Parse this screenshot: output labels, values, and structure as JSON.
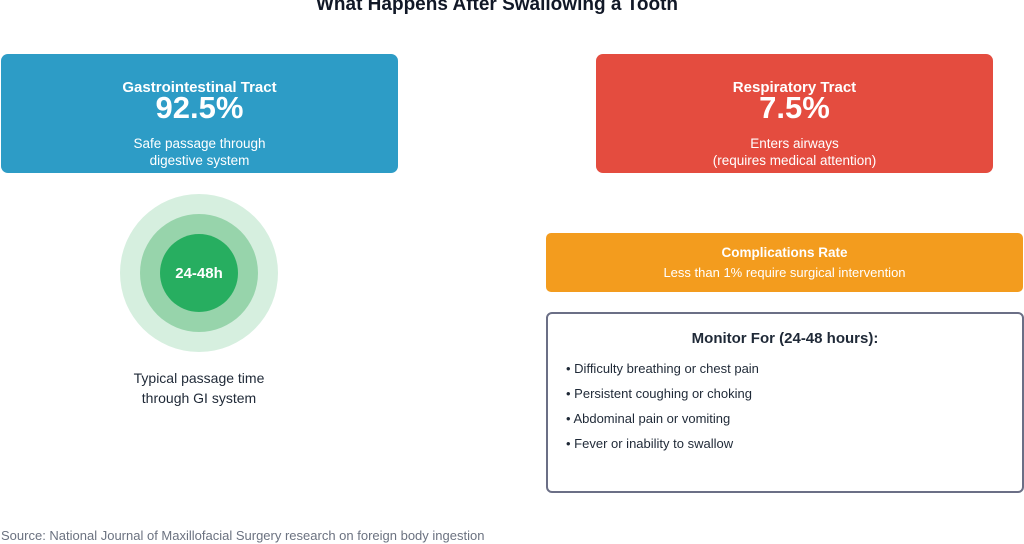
{
  "title": "What Happens After Swallowing a Tooth",
  "gi": {
    "heading": "Gastrointestinal Tract",
    "percent": "92.5%",
    "desc_line1": "Safe passage through",
    "desc_line2": "digestive system",
    "color": "#2d9cc6"
  },
  "respiratory": {
    "heading": "Respiratory Tract",
    "percent": "7.5%",
    "desc_line1": "Enters airways",
    "desc_line2": "(requires medical attention)",
    "color": "#e44c3f"
  },
  "timeline": {
    "center_label": "24-48h",
    "caption_line1": "Typical passage time",
    "caption_line2": "through GI system",
    "colors": [
      "#d6efdf",
      "#97d4ab",
      "#27ae60"
    ]
  },
  "complications": {
    "heading": "Complications Rate",
    "desc": "Less than 1% require surgical intervention",
    "color": "#f39c1e"
  },
  "monitor": {
    "heading": "Monitor For (24-48 hours):",
    "items": [
      "• Difficulty breathing or chest pain",
      "• Persistent coughing or choking",
      "• Abdominal pain or vomiting",
      "• Fever or inability to swallow"
    ]
  },
  "source": "Source: National Journal of Maxillofacial Surgery research on foreign body ingestion"
}
